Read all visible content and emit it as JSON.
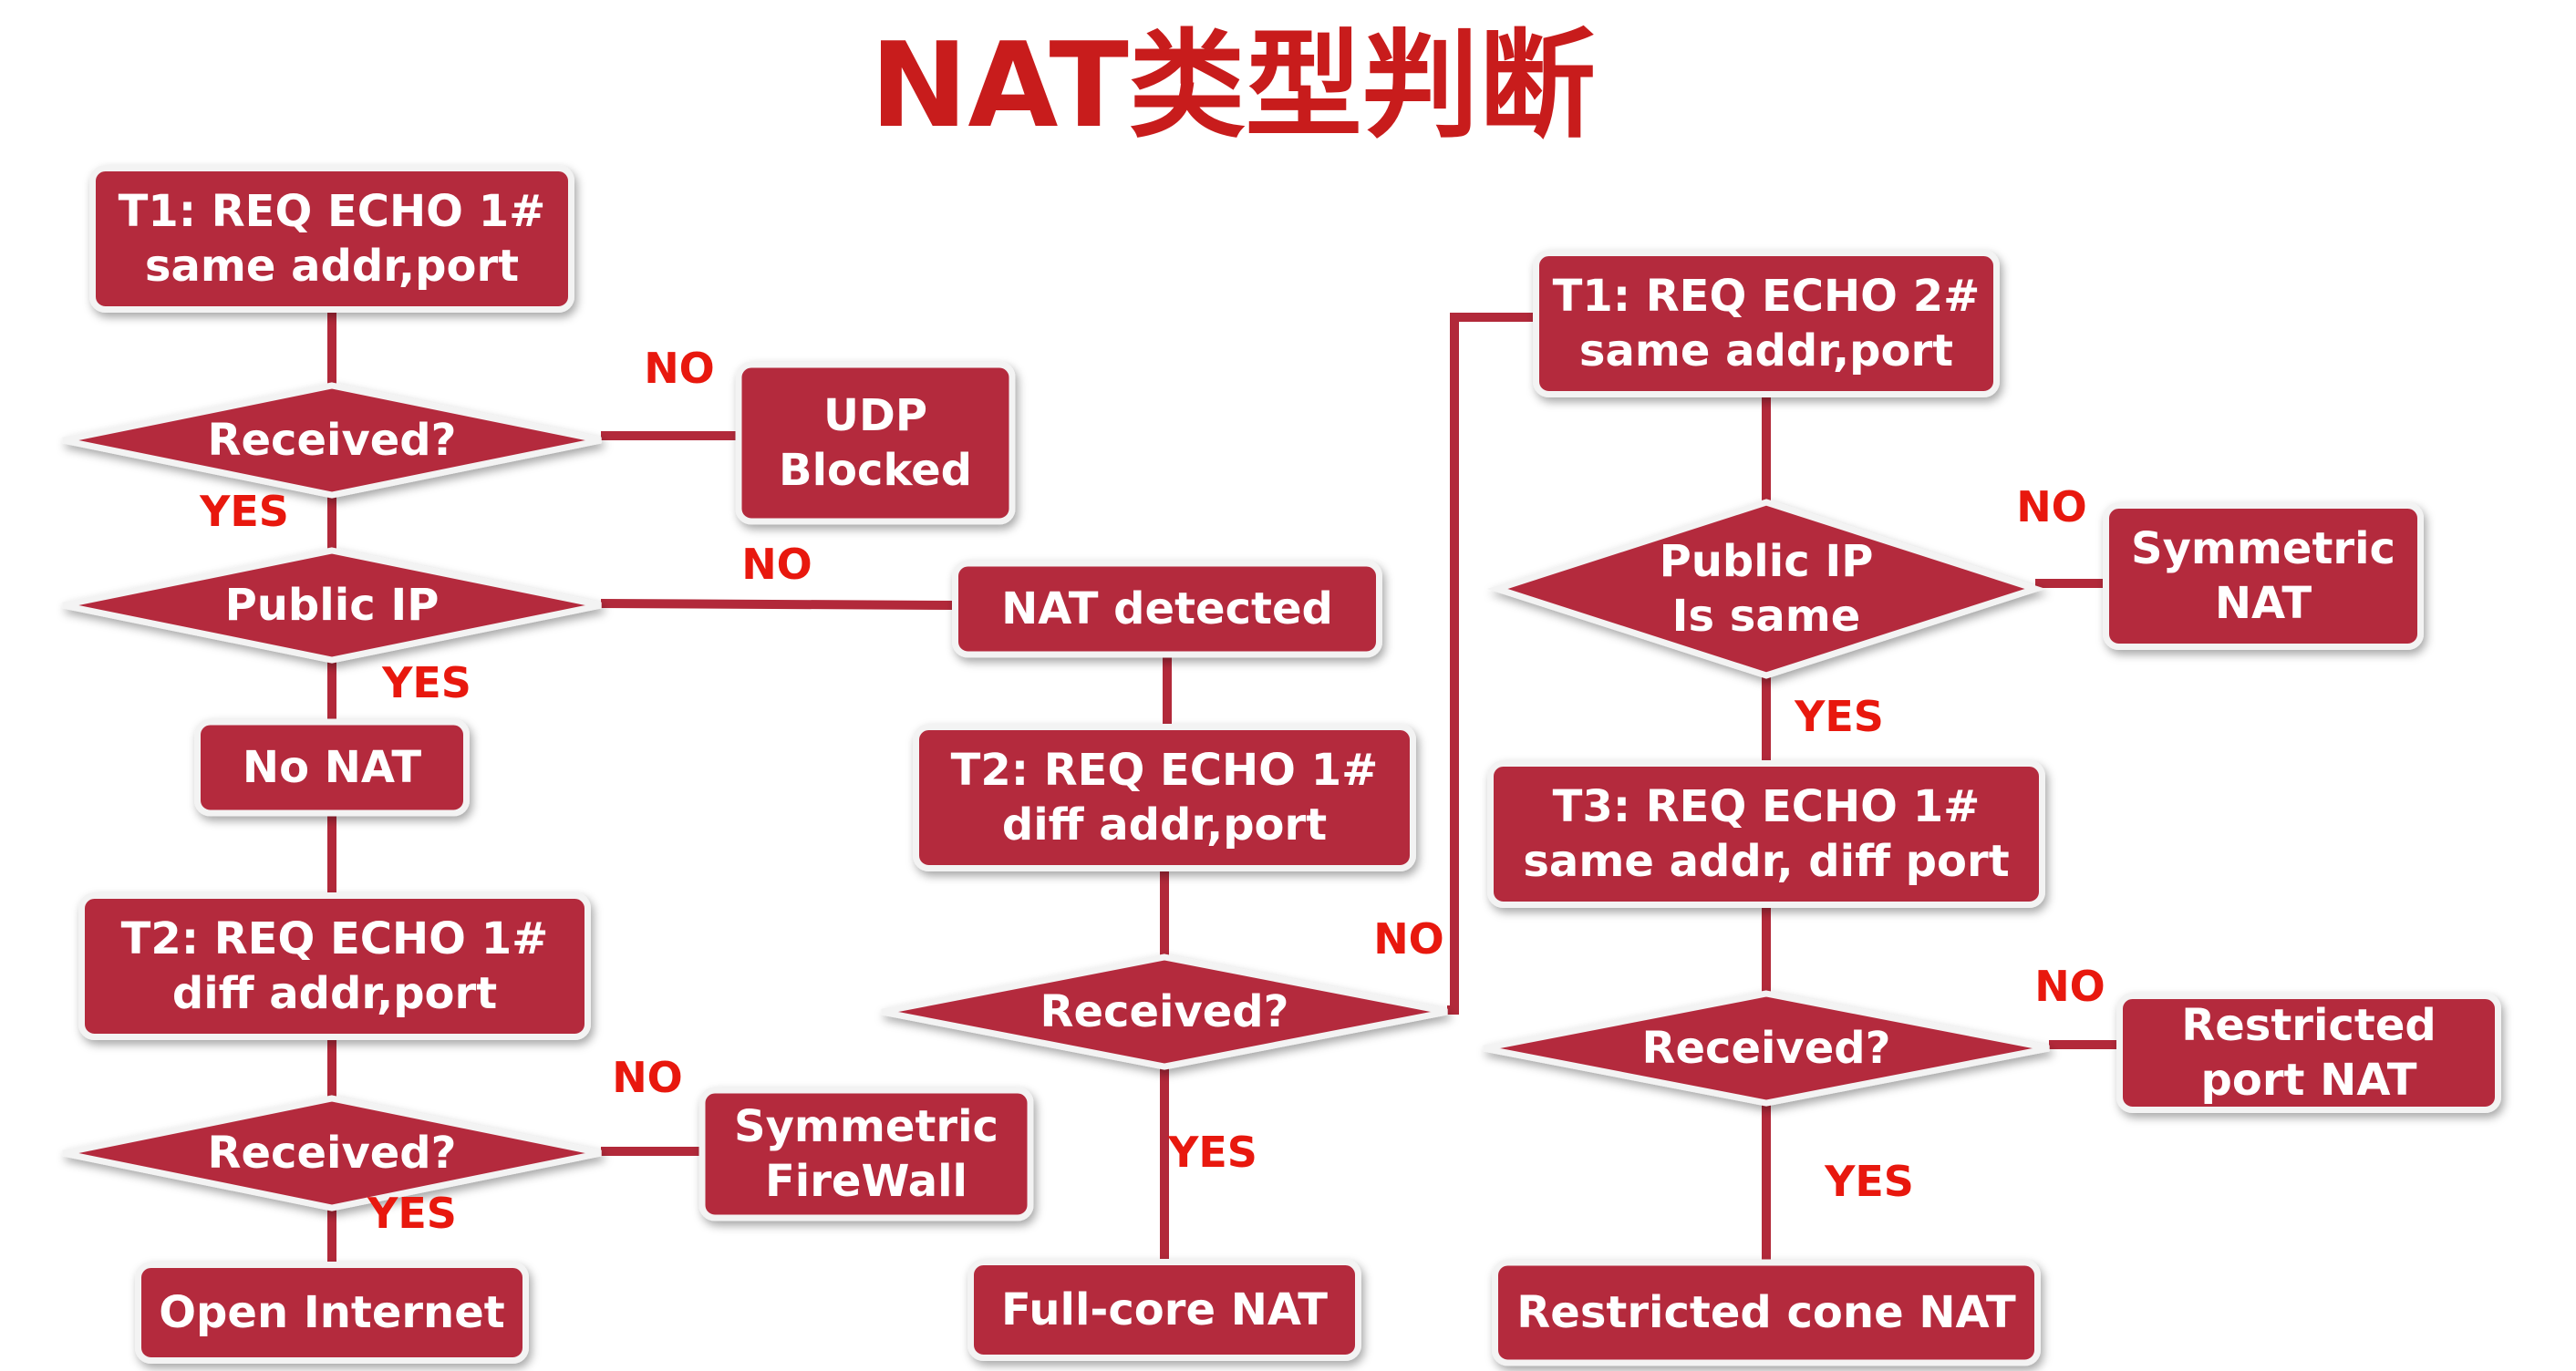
{
  "title": "NAT类型判断",
  "colors": {
    "title": "#c81c1c",
    "node_fill": "#b42b3d",
    "node_text": "#ffffff",
    "edge_label": "#e8180e",
    "result_green": "#8fc02f",
    "result_yellow": "#ffff1a",
    "connector": "#b2293a"
  },
  "nodes": {
    "t1_echo1": [
      "T1: REQ ECHO 1#",
      "same addr,port"
    ],
    "received_1": [
      "Received?"
    ],
    "udp_blocked": [
      "UDP",
      "Blocked"
    ],
    "public_ip": [
      "Public IP"
    ],
    "nat_detected": [
      "NAT detected"
    ],
    "no_nat": [
      "No NAT"
    ],
    "t2_echo1_left": [
      "T2: REQ ECHO 1#",
      "diff addr,port"
    ],
    "received_2": [
      "Received?"
    ],
    "symmetric_firewall": [
      "Symmetric",
      "FireWall"
    ],
    "open_internet": [
      "Open Internet"
    ],
    "t2_echo1_mid": [
      "T2: REQ ECHO 1#",
      "diff addr,port"
    ],
    "received_3": [
      "Received?"
    ],
    "full_cone_nat": [
      "Full-core NAT"
    ],
    "t1_echo2": [
      "T1: REQ ECHO 2#",
      "same addr,port"
    ],
    "public_ip_same": [
      "Public IP",
      "Is same"
    ],
    "symmetric_nat": [
      "Symmetric",
      "NAT"
    ],
    "t3_echo1": [
      "T3: REQ ECHO 1#",
      "same addr, diff port"
    ],
    "received_4": [
      "Received?"
    ],
    "restricted_port_nat": [
      "Restricted",
      "port  NAT"
    ],
    "restricted_cone_nat": [
      "Restricted cone NAT"
    ]
  },
  "edge_labels": {
    "r1_no": "NO",
    "r1_yes": "YES",
    "pip_no": "NO",
    "pip_yes": "YES",
    "r2_no": "NO",
    "r2_yes": "YES",
    "r3_no": "NO",
    "r3_yes": "YES",
    "pips_no": "NO",
    "pips_yes": "YES",
    "r4_no": "NO",
    "r4_yes": "YES"
  }
}
